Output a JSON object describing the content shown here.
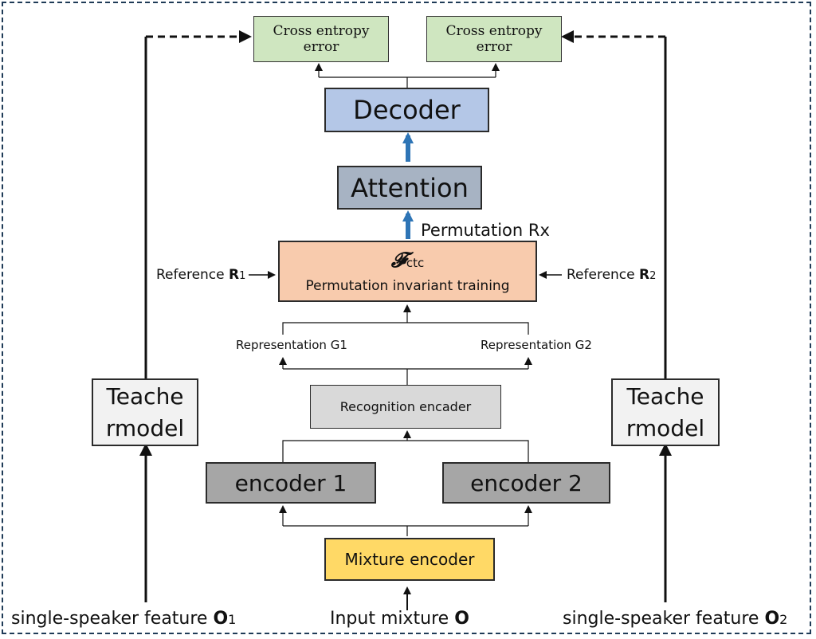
{
  "ce_left": "Cross entropy error",
  "ce_right": "Cross entropy error",
  "decoder": "Decoder",
  "attention": "Attention",
  "permutation_rx": "Permutation Rx",
  "pit_symbol": "𝓕",
  "pit_symbol_sub": "ctc",
  "pit_label": "Permutation invariant training",
  "ref_left_text": "Reference ",
  "ref_left_var": "R",
  "ref_left_sub": "1",
  "ref_right_text": "Reference ",
  "ref_right_var": "R",
  "ref_right_sub": "2",
  "rep_g1": "Representation G1",
  "rep_g2": "Representation G2",
  "recognition_encoder": "Recognition encader",
  "encoder1": "encoder 1",
  "encoder2": "encoder 2",
  "mixture_encoder": "Mixture encoder",
  "teacher_left_line1": "Teache",
  "teacher_left_line2": "rmodel",
  "teacher_right_line1": "Teache",
  "teacher_right_line2": "rmodel",
  "feat_left_text": "single-speaker feature ",
  "feat_left_var": "O",
  "feat_left_sub": "1",
  "input_text": "Input mixture ",
  "input_var": "O",
  "feat_right_text": "single-speaker feature ",
  "feat_right_var": "O",
  "feat_right_sub": "2",
  "colors": {
    "ce": "#cfe6c0",
    "decoder": "#b4c7e7",
    "attention": "#a7b3c3",
    "pit": "#f8cbad",
    "recognition": "#d9d9d9",
    "encoders": "#a6a6a6",
    "mixture": "#ffd966",
    "teacher": "#f2f2f2",
    "blue_arrow": "#2e75b6"
  }
}
